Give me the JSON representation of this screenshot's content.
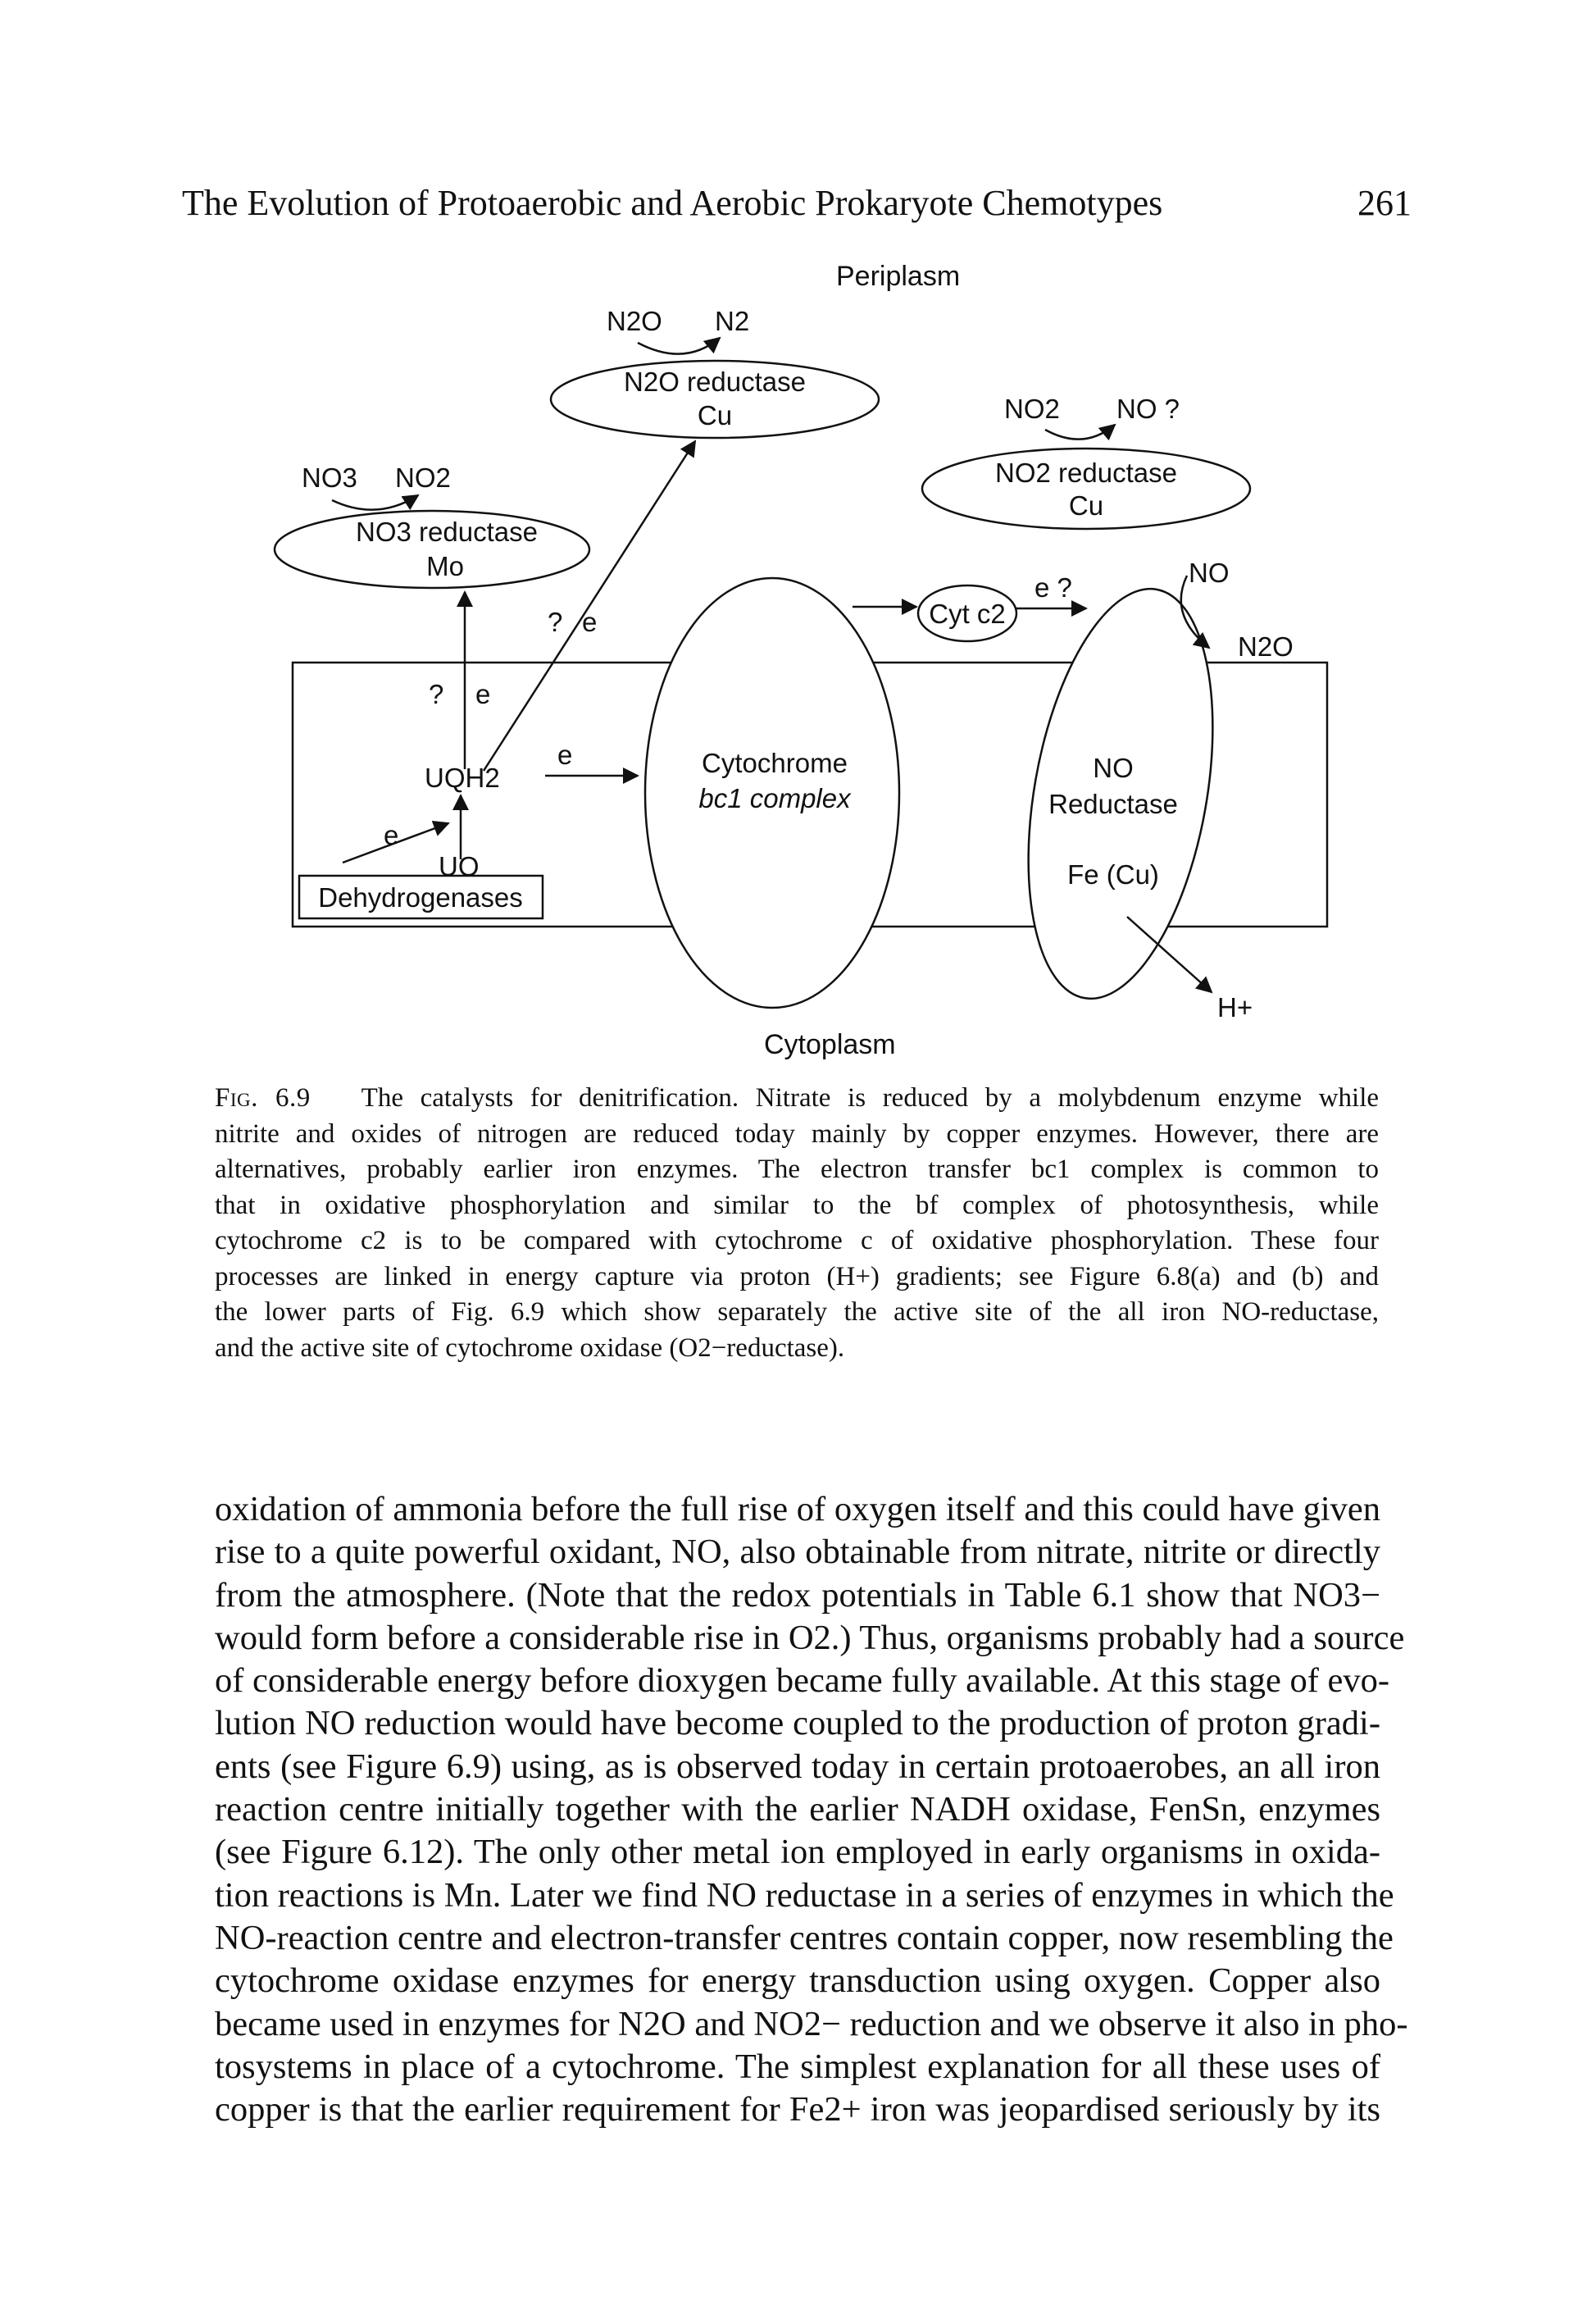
{
  "running_head": {
    "title": "The Evolution of Protoaerobic and Aerobic Prokaryote Chemotypes",
    "page_number": "261"
  },
  "figure": {
    "periplasm_label": "Periplasm",
    "cytoplasm_label": "Cytoplasm",
    "n2o_label": "N2O",
    "n2_label": "N2",
    "n2o_reductase": {
      "name": "N2O reductase",
      "metal": "Cu"
    },
    "no3_label": "NO3",
    "no2_label": "NO2",
    "no3_reductase": {
      "name": "NO3 reductase",
      "metal": "Mo"
    },
    "no2_top_label": "NO2",
    "no_question_label": "NO ?",
    "no2_reductase": {
      "name": "NO2 reductase",
      "metal": "Cu"
    },
    "q_e_diag": "?",
    "e_diag": "e",
    "q_vertical": "?",
    "e_vertical": "e",
    "uqh2_label": "UQH2",
    "uq_label": "UQ",
    "e_to_bc1": "e",
    "e_lower": "e",
    "dehydrogenases_label": "Dehydrogenases",
    "cytochrome_bc1": {
      "line1": "Cytochrome",
      "line2": "bc1 complex"
    },
    "cyt_c2_label": "Cyt c2",
    "e_question": "e ?",
    "no_side_label": "NO",
    "n2o_product_label": "N2O",
    "no_reductase": {
      "line1": "NO",
      "line2": "Reductase",
      "metal": "Fe (Cu)"
    },
    "h_plus_label": "H+"
  },
  "caption": {
    "label": "Fig. 6.9",
    "lines": [
      "The catalysts for denitrification. Nitrate is reduced by a molybdenum enzyme while",
      "nitrite and oxides of nitrogen are reduced today mainly by copper enzymes. However, there are",
      "alternatives, probably earlier iron enzymes. The electron transfer bc1 complex is common to",
      "that in oxidative phosphorylation and similar to the bf complex of photosynthesis, while",
      "cytochrome c2 is to be compared with cytochrome c of oxidative phosphorylation. These four",
      "processes are linked in energy capture via proton (H+) gradients; see Figure 6.8(a) and (b) and",
      "the lower parts of Fig. 6.9 which show separately the active site of the all iron NO-reductase,",
      "and the active site of cytochrome oxidase (O2−reductase)."
    ]
  },
  "body": {
    "lines": [
      "oxidation of ammonia before the full rise of oxygen itself and this could have given",
      "rise to a quite powerful oxidant, NO, also obtainable from nitrate, nitrite or directly",
      "from the atmosphere. (Note that the redox potentials in Table 6.1 show that NO3−",
      "would form before a considerable rise in O2.) Thus, organisms probably had a source",
      "of considerable energy before dioxygen became fully available. At this stage of evo-",
      "lution NO reduction would have become coupled to the production of proton gradi-",
      "ents (see Figure 6.9) using, as is observed today in certain protoaerobes, an all iron",
      "reaction centre initially together with the earlier NADH oxidase, FenSn, enzymes",
      "(see Figure 6.12). The only other metal ion employed in early organisms in oxida-",
      "tion reactions is Mn. Later we find NO reductase in a series of enzymes in which the",
      "NO-reaction centre and electron-transfer centres contain copper, now resembling the",
      "cytochrome oxidase enzymes for energy transduction using oxygen. Copper also",
      "became used in enzymes for N2O and NO2− reduction and we observe it also in pho-",
      "tosystems in place of a cytochrome. The simplest explanation for all these uses of",
      "copper is that the earlier requirement for Fe2+ iron was jeopardised seriously by its"
    ]
  }
}
